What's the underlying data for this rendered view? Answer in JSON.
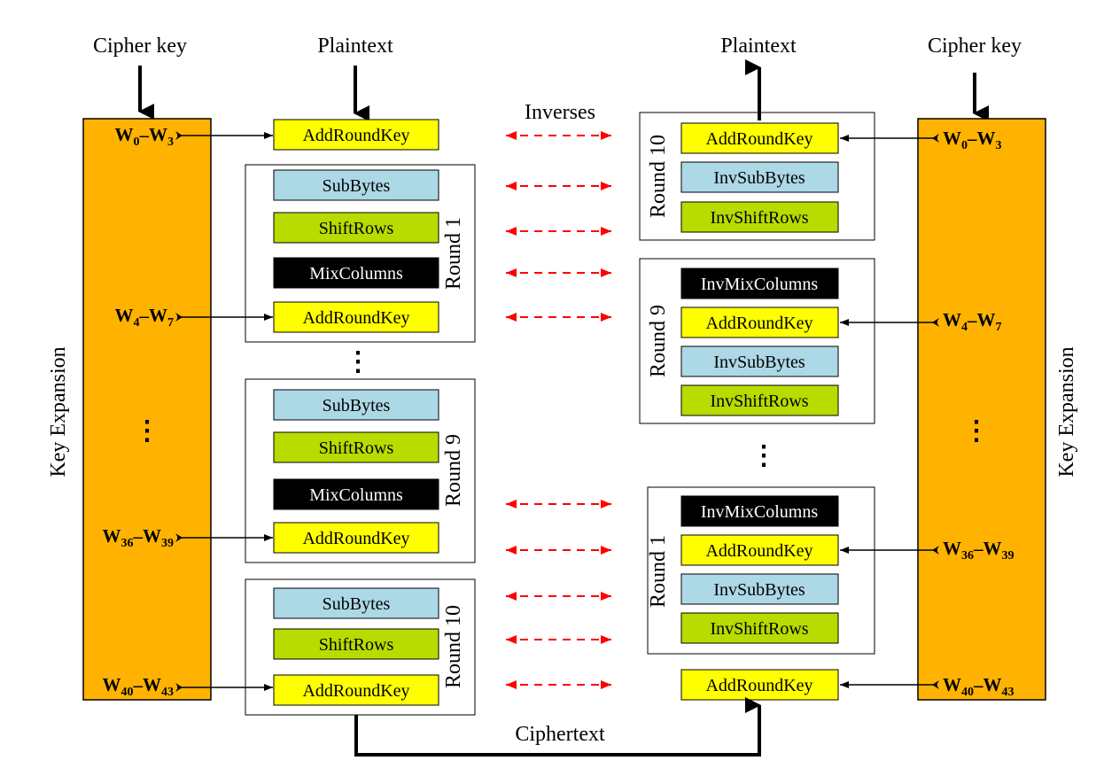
{
  "colors": {
    "key_expansion": "#ffb300",
    "add_round_key": "#ffff00",
    "sub_bytes": "#add8e6",
    "shift_rows": "#b8db00",
    "mix_columns": "#000000",
    "inverse_arrow": "#ff0000"
  },
  "labels": {
    "cipher_key_left": "Cipher key",
    "plaintext_left": "Plaintext",
    "plaintext_right": "Plaintext",
    "cipher_key_right": "Cipher key",
    "inverses": "Inverses",
    "ciphertext": "Ciphertext",
    "key_expansion_left": "Key Expansion",
    "key_expansion_right": "Key Expansion",
    "vertical_ellipsis": "⋮"
  },
  "words": {
    "w0": {
      "main": "W",
      "sub1": "0",
      "dash": "–W",
      "sub2": "3"
    },
    "w4": {
      "main": "W",
      "sub1": "4",
      "dash": "–W",
      "sub2": "7"
    },
    "w36": {
      "main": "W",
      "sub1": "36",
      "dash": "–W",
      "sub2": "39"
    },
    "w40": {
      "main": "W",
      "sub1": "40",
      "dash": "–W",
      "sub2": "43"
    }
  },
  "cipher": {
    "initial": "AddRoundKey",
    "round1": {
      "label": "Round 1",
      "ops": [
        "SubBytes",
        "ShiftRows",
        "MixColumns",
        "AddRoundKey"
      ]
    },
    "round9": {
      "label": "Round 9",
      "ops": [
        "SubBytes",
        "ShiftRows",
        "MixColumns",
        "AddRoundKey"
      ]
    },
    "round10": {
      "label": "Round 10",
      "ops": [
        "SubBytes",
        "ShiftRows",
        "AddRoundKey"
      ]
    }
  },
  "decipher": {
    "round10": {
      "label": "Round 10",
      "ops": [
        "AddRoundKey",
        "InvSubBytes",
        "InvShiftRows"
      ]
    },
    "round9": {
      "label": "Round 9",
      "ops": [
        "InvMixColumns",
        "AddRoundKey",
        "InvSubBytes",
        "InvShiftRows"
      ]
    },
    "round1": {
      "label": "Round 1",
      "ops": [
        "InvMixColumns",
        "AddRoundKey",
        "InvSubBytes",
        "InvShiftRows"
      ]
    },
    "final": "AddRoundKey"
  }
}
